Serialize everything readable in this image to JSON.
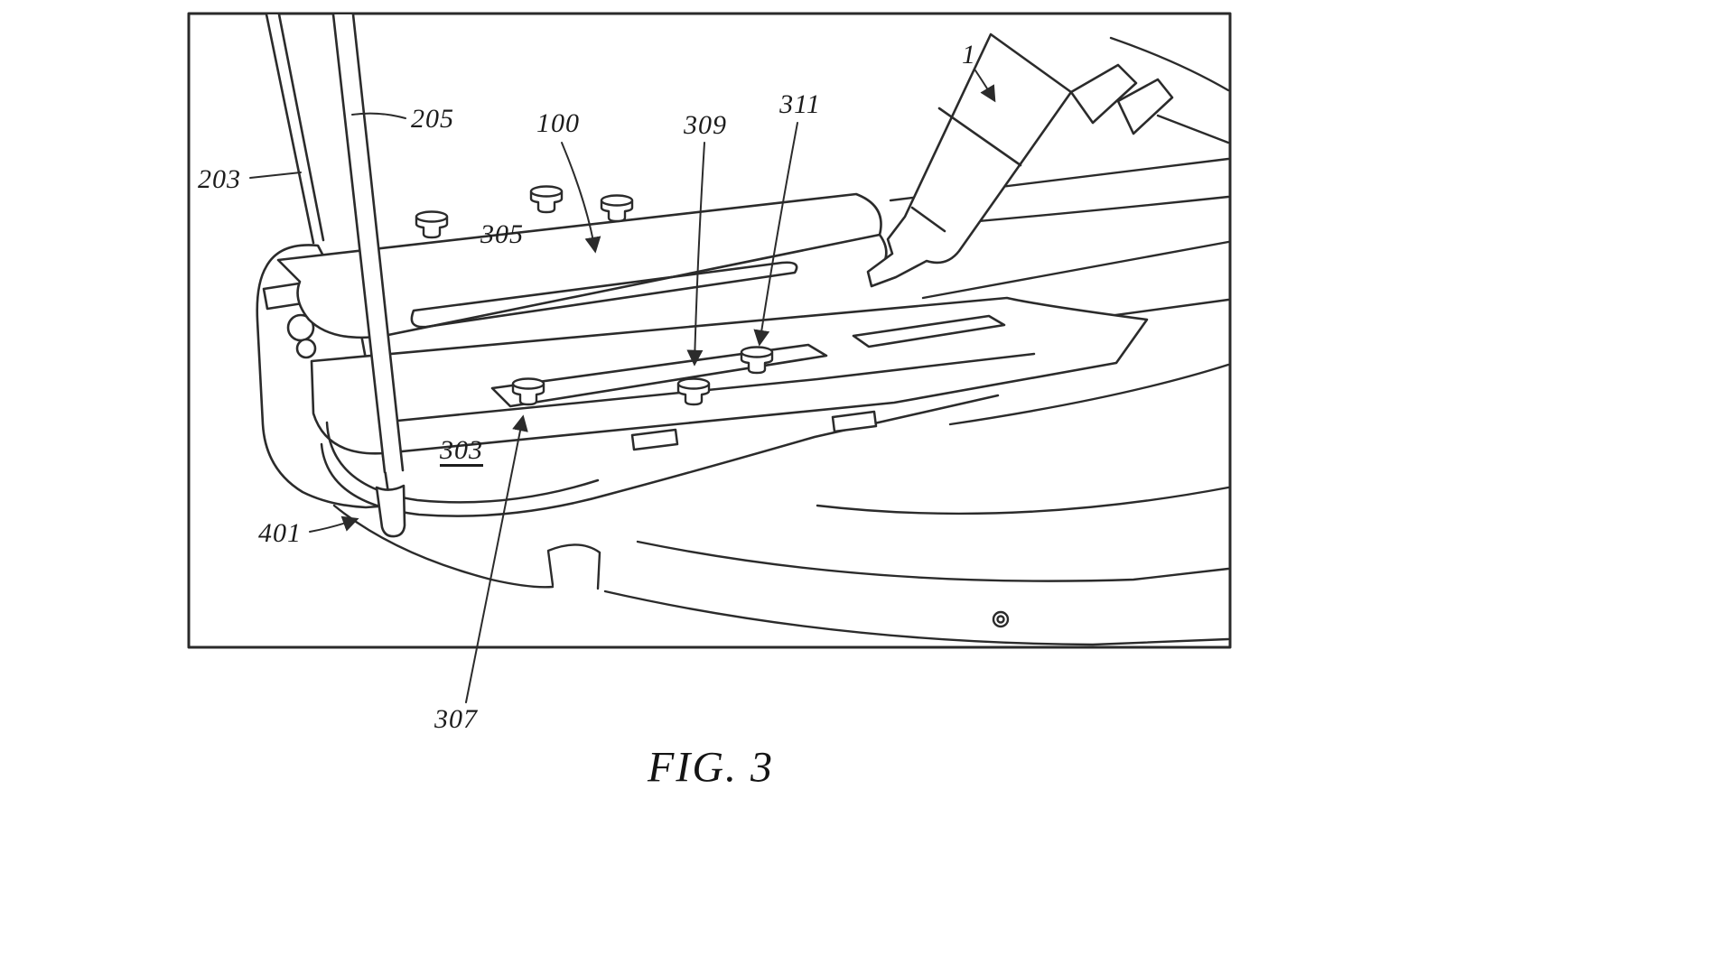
{
  "figure": {
    "caption": "FIG. 3",
    "ink_color": "#2b2b2b",
    "labels": [
      {
        "ref": "1",
        "text": "1"
      },
      {
        "ref": "203",
        "text": "203"
      },
      {
        "ref": "205",
        "text": "205"
      },
      {
        "ref": "100",
        "text": "100"
      },
      {
        "ref": "309",
        "text": "309"
      },
      {
        "ref": "311",
        "text": "311"
      },
      {
        "ref": "305",
        "text": "305"
      },
      {
        "ref": "303",
        "text": "303"
      },
      {
        "ref": "401",
        "text": "401"
      },
      {
        "ref": "307",
        "text": "307"
      }
    ]
  }
}
